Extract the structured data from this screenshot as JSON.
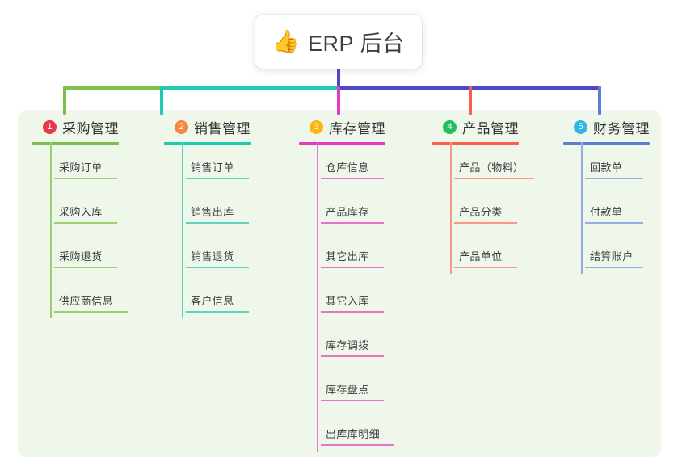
{
  "diagram": {
    "type": "mind-map",
    "root": {
      "icon": "thumbs-up-icon",
      "emoji": "👍",
      "title": "ERP 后台"
    },
    "panel_color": "#eef7e9",
    "trunk_color": "#4f46c4",
    "branches": [
      {
        "index": "1",
        "title": "采购管理",
        "badge_color": "#e8384f",
        "line_color": "#7cc04a",
        "items": [
          "采购订单",
          "采购入库",
          "采购退货",
          "供应商信息"
        ]
      },
      {
        "index": "2",
        "title": "销售管理",
        "badge_color": "#f5883c",
        "line_color": "#21c7ae",
        "items": [
          "销售订单",
          "销售出库",
          "销售退货",
          "客户信息"
        ]
      },
      {
        "index": "3",
        "title": "库存管理",
        "badge_color": "#fcb614",
        "line_color": "#e13bc1",
        "items": [
          "仓库信息",
          "产品库存",
          "其它出库",
          "其它入库",
          "库存调拨",
          "库存盘点",
          "出库库明细"
        ]
      },
      {
        "index": "4",
        "title": "产品管理",
        "badge_color": "#22c05f",
        "line_color": "#f8604e",
        "items": [
          "产品（物料）",
          "产品分类",
          "产品单位"
        ]
      },
      {
        "index": "5",
        "title": "财务管理",
        "badge_color": "#2eb8e6",
        "line_color": "#5b7fd4",
        "items": [
          "回款单",
          "付款单",
          "结算账户"
        ]
      }
    ],
    "bus": {
      "segments": [
        {
          "color": "#7cc04a"
        },
        {
          "color": "#21c7ae"
        },
        {
          "color": "#4f46c4"
        }
      ]
    }
  }
}
